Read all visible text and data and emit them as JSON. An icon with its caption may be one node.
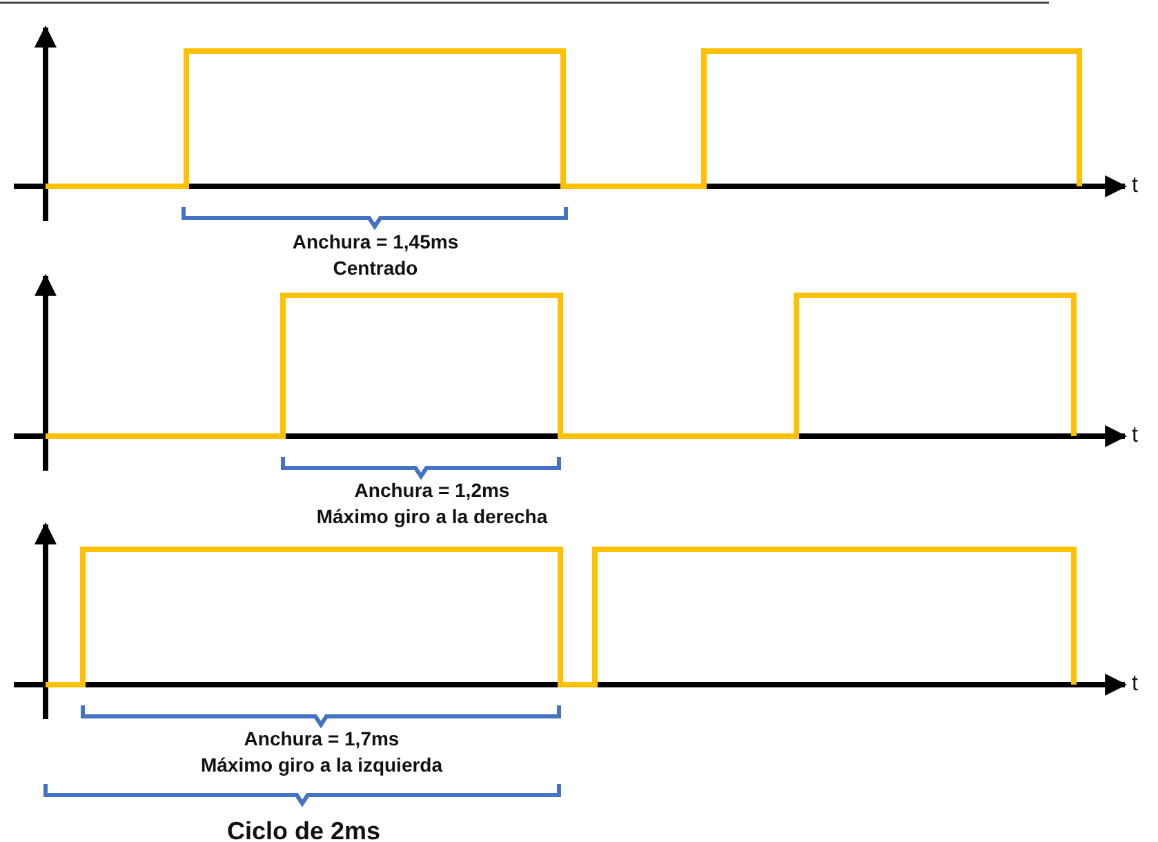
{
  "diagram": {
    "labels": [
      "t",
      "Anchura = 1,45ms",
      "Centrado",
      "t",
      "Anchura = 1,2ms",
      "Máximo giro a la derecha",
      "t",
      "Anchura = 1,7ms",
      "Máximo giro a la izquierda",
      "Ciclo de 2ms"
    ]
  }
}
